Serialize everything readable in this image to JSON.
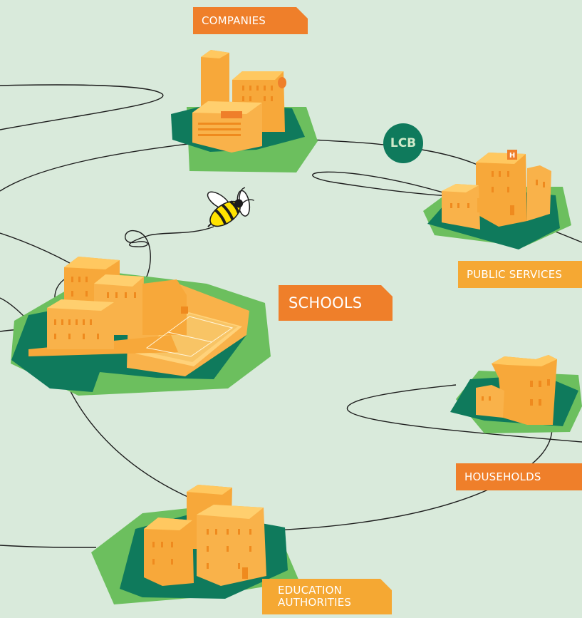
{
  "labels": {
    "companies": "COMPANIES",
    "public_services": "PUBLIC SERVICES",
    "schools": "SCHOOLS",
    "households": "HOUSEHOLDS",
    "education_line1": "EDUCATION",
    "education_line2": "AUTHORITIES",
    "lcb": "LCB",
    "hospital_sign": "H"
  },
  "colors": {
    "background": "#d9eadb",
    "dark_green": "#0f7a5c",
    "light_green": "#6cbf5e",
    "building_orange": "#f7a83a",
    "building_light": "#ffc860",
    "label_yellow": "#f5a833",
    "label_orange": "#ef7f2a",
    "bee_yellow": "#ffe300"
  }
}
